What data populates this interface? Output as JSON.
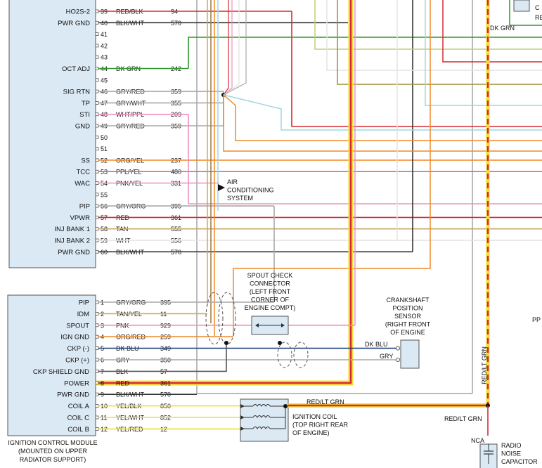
{
  "colors": {
    "red": "#d62a33",
    "brown": "#a0783c",
    "green": "#2e9a2a",
    "gray": "#a8a8a8",
    "pink": "#ee8fc2",
    "orange": "#ef8a2a",
    "dkblue": "#1d3f7a",
    "ltblue": "#9fd7dd",
    "tan": "#c9a86b",
    "yellow": "#f3dc3a",
    "black": "#333333",
    "olive": "#9c8f3a",
    "white": "#e3e3e3",
    "ltgreen": "#bfcf7a",
    "ppl": "#b76fb0",
    "box": "#dbe9f4"
  },
  "pcm_pins": [
    {
      "label": "HO2S-2",
      "num": "39",
      "wire": "RED/BLK",
      "circuit": "94"
    },
    {
      "label": "PWR GND",
      "num": "40",
      "wire": "BLK/WHT",
      "circuit": "570"
    },
    {
      "label": "",
      "num": "41",
      "wire": "",
      "circuit": ""
    },
    {
      "label": "",
      "num": "42",
      "wire": "",
      "circuit": ""
    },
    {
      "label": "",
      "num": "43",
      "wire": "",
      "circuit": ""
    },
    {
      "label": "OCT ADJ",
      "num": "44",
      "wire": "DK GRN",
      "circuit": "242"
    },
    {
      "label": "",
      "num": "45",
      "wire": "",
      "circuit": ""
    },
    {
      "label": "SIG RTN",
      "num": "46",
      "wire": "GRY/RED",
      "circuit": "359"
    },
    {
      "label": "TP",
      "num": "47",
      "wire": "GRY/WHT",
      "circuit": "355"
    },
    {
      "label": "STI",
      "num": "48",
      "wire": "WHT/PPL",
      "circuit": "209"
    },
    {
      "label": "GND",
      "num": "49",
      "wire": "GRY/RED",
      "circuit": "359"
    },
    {
      "label": "",
      "num": "50",
      "wire": "",
      "circuit": ""
    },
    {
      "label": "",
      "num": "51",
      "wire": "",
      "circuit": ""
    },
    {
      "label": "SS",
      "num": "52",
      "wire": "ORG/YEL",
      "circuit": "237"
    },
    {
      "label": "TCC",
      "num": "53",
      "wire": "PPL/YEL",
      "circuit": "480"
    },
    {
      "label": "WAC",
      "num": "54",
      "wire": "PNK/YEL",
      "circuit": "331"
    },
    {
      "label": "",
      "num": "55",
      "wire": "",
      "circuit": ""
    },
    {
      "label": "PIP",
      "num": "56",
      "wire": "GRY/ORG",
      "circuit": "395"
    },
    {
      "label": "VPWR",
      "num": "57",
      "wire": "RED",
      "circuit": "361"
    },
    {
      "label": "INJ BANK 1",
      "num": "58",
      "wire": "TAN",
      "circuit": "555"
    },
    {
      "label": "INJ BANK 2",
      "num": "59",
      "wire": "WHT",
      "circuit": "556"
    },
    {
      "label": "PWR GND",
      "num": "60",
      "wire": "BLK/WHT",
      "circuit": "570"
    }
  ],
  "icm": {
    "title_lines": [
      "IGNITION CONTROL MODULE",
      "(MOUNTED ON UPPER",
      "RADIATOR SUPPORT)"
    ],
    "pins": [
      {
        "label": "PIP",
        "num": "1",
        "wire": "GRY/ORG",
        "circuit": "395"
      },
      {
        "label": "IDM",
        "num": "2",
        "wire": "TAN/YEL",
        "circuit": "11"
      },
      {
        "label": "SPOUT",
        "num": "3",
        "wire": "PNK",
        "circuit": "929"
      },
      {
        "label": "IGN GND",
        "num": "4",
        "wire": "ORG/RED",
        "circuit": "259"
      },
      {
        "label": "CKP (-)",
        "num": "5",
        "wire": "DK BLU",
        "circuit": "349"
      },
      {
        "label": "CKP (+)",
        "num": "6",
        "wire": "GRY",
        "circuit": "350"
      },
      {
        "label": "CKP SHIELD GND",
        "num": "7",
        "wire": "BLK",
        "circuit": "57"
      },
      {
        "label": "POWER",
        "num": "8",
        "wire": "RED",
        "circuit": "361"
      },
      {
        "label": "PWR GND",
        "num": "9",
        "wire": "BLK/WHT",
        "circuit": "570"
      },
      {
        "label": "COIL A",
        "num": "10",
        "wire": "YEL/BLK",
        "circuit": "850"
      },
      {
        "label": "COIL C",
        "num": "11",
        "wire": "YEL/WHT",
        "circuit": "852"
      },
      {
        "label": "COIL B",
        "num": "12",
        "wire": "YEL/RED",
        "circuit": "12"
      }
    ]
  },
  "annotations": {
    "ac_system": [
      "AIR",
      "CONDITIONING",
      "SYSTEM"
    ],
    "spout": [
      "SPOUT CHECK",
      "CONNECTOR",
      "(LEFT FRONT",
      "CORNER OF",
      "ENGINE COMPT)"
    ],
    "crank": [
      "CRANKSHAFT",
      "POSITION",
      "SENSOR",
      "(RIGHT FRONT",
      "OF ENGINE"
    ],
    "coil": [
      "IGNITION COIL",
      "(TOP RIGHT REAR",
      "OF ENGINE)"
    ],
    "radio": [
      "RADIO",
      "NOISE",
      "CAPACITOR"
    ],
    "dk_blu": "DK BLU",
    "gry": "GRY",
    "dk_grn": "DK GRN",
    "red_lt_grn_h": "RED/LT GRN",
    "red_lt_grn_v": "RED/LT GRN",
    "red_lt_grn_low": "RED/LT GRN",
    "nca": "NCA",
    "pp": "PP",
    "top_right": [
      "C",
      "RE"
    ]
  }
}
